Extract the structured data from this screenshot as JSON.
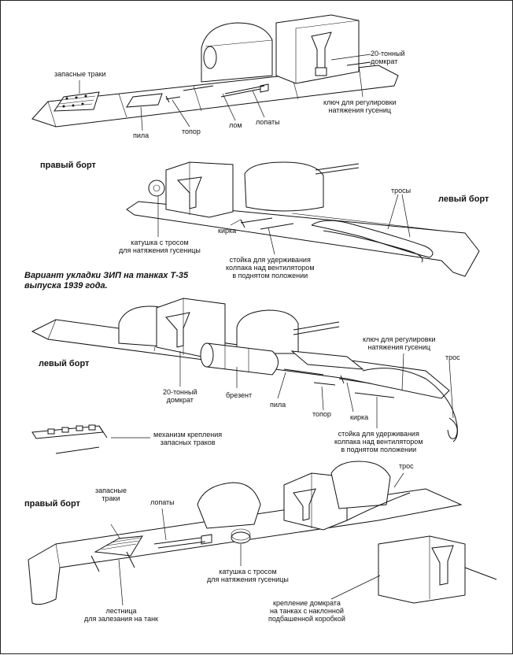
{
  "caption": {
    "line1": "Вариант укладки ЗИП на танках Т-35",
    "line2": "выпуска 1939 года."
  },
  "panel1": {
    "side": "правый борт",
    "labels": {
      "spare_tracks": "запасные траки",
      "jack": "20-тонный\nдомкрат",
      "track_key": "ключ для регулировки\nнатяжения гусениц",
      "saw": "пила",
      "axe": "топор",
      "crowbar": "лом",
      "shovels": "лопаты"
    }
  },
  "panel2": {
    "side": "левый борт",
    "labels": {
      "cables": "тросы",
      "reel": "катушка с тросом\nдля натяжения гусеницы",
      "pickaxe": "кирка",
      "stand": "стойка для удерживания\nколпака над вентилятором\nв поднятом положении"
    }
  },
  "panel3": {
    "side": "левый борт",
    "labels": {
      "track_key": "ключ для регулировки\nнатяжения гусениц",
      "cable": "трос",
      "jack": "20-тонный\nдомкрат",
      "tarp": "брезент",
      "saw": "пила",
      "axe": "топор",
      "pickaxe": "кирка",
      "stand": "стойка для удерживания\nколпака над вентилятором\nв поднятом положении",
      "mount": "механизм крепления\nзапасных траков"
    }
  },
  "panel4": {
    "side": "правый борт",
    "labels": {
      "spare_tracks": "запасные\nтраки",
      "shovels": "лопаты",
      "cable": "трос",
      "ladder": "лестница\nдля залезания на танк",
      "reel": "катушка с тросом\nдля натяжения гусеницы",
      "jack_mount": "крепление домкрата\nна танках с наклонной\nподбашенной коробкой"
    }
  }
}
